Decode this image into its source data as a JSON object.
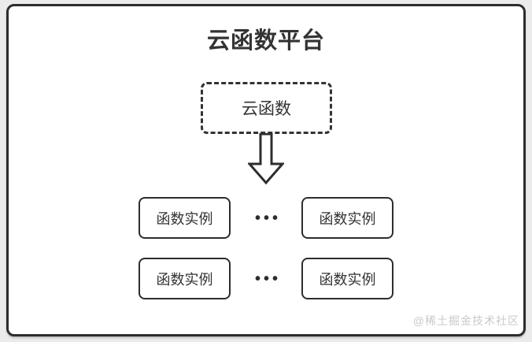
{
  "colors": {
    "outer_bg": "#ebebeb",
    "panel_bg": "#ffffff",
    "line": "#2d2d2d",
    "text": "#333333",
    "watermark": "#c9c9c9"
  },
  "title": "云函数平台",
  "cloud_function_box": {
    "label": "云函数"
  },
  "arrow_icon": "hollow-down-arrow",
  "instance_rows": [
    {
      "left": "函数实例",
      "dots": "•••",
      "right": "函数实例"
    },
    {
      "left": "函数实例",
      "dots": "•••",
      "right": "函数实例"
    }
  ],
  "watermark": "@稀土掘金技术社区"
}
